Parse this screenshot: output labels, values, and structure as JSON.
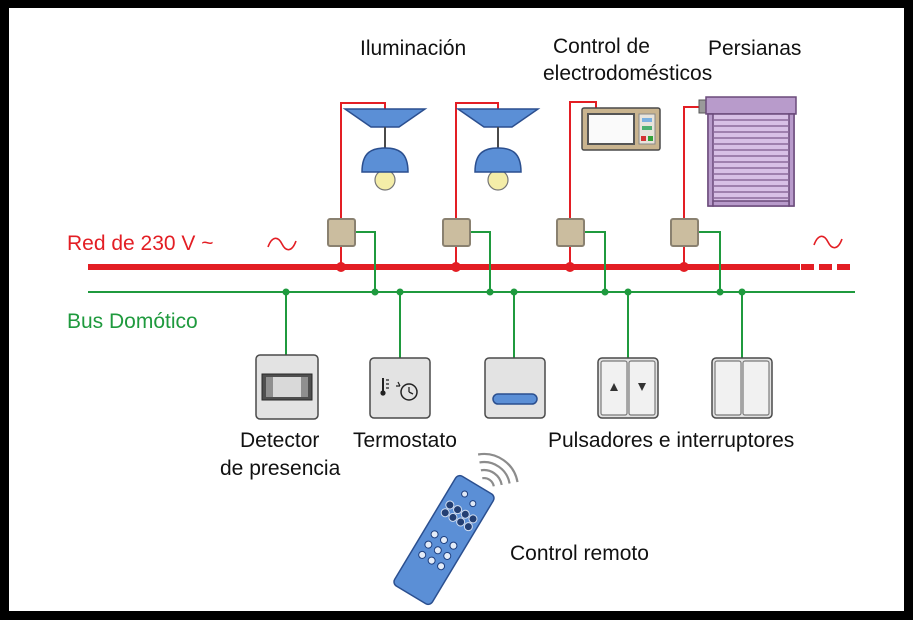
{
  "diagram": {
    "top_labels": {
      "lighting": "Iluminación",
      "appliances": [
        "Control de",
        "electrodomésticos"
      ],
      "blinds": "Persianas"
    },
    "power_line": {
      "label": "Red de 230 V ~",
      "ac_symbol_icon": "sine-wave-icon"
    },
    "bus_line": {
      "label": "Bus Domótico"
    },
    "actuators": [
      {
        "icon": "ceiling-lamp-icon"
      },
      {
        "icon": "ceiling-lamp-icon"
      },
      {
        "icon": "microwave-icon"
      },
      {
        "icon": "roller-blind-icon"
      }
    ],
    "actuator_module_icon": "bus-module-icon",
    "inputs": [
      {
        "icon": "presence-detector-icon"
      },
      {
        "icon": "thermostat-icon"
      },
      {
        "icon": "push-button-icon"
      },
      {
        "icon": "up-down-push-button-icon"
      },
      {
        "icon": "double-switch-icon"
      }
    ],
    "bottom_labels": {
      "presence_detector": [
        "Detector",
        "de presencia"
      ],
      "thermostat": "Termostato",
      "switches": "Pulsadores e interruptores",
      "remote": "Control remoto"
    },
    "remote_icon": "remote-control-icon",
    "colors": {
      "power_line": "#e31e24",
      "bus_line": "#1f9a3e",
      "module": "#cbbd9f",
      "device_blue": "#5b8fd6",
      "blind": "#d8c0e6",
      "frame": "#000000"
    }
  }
}
